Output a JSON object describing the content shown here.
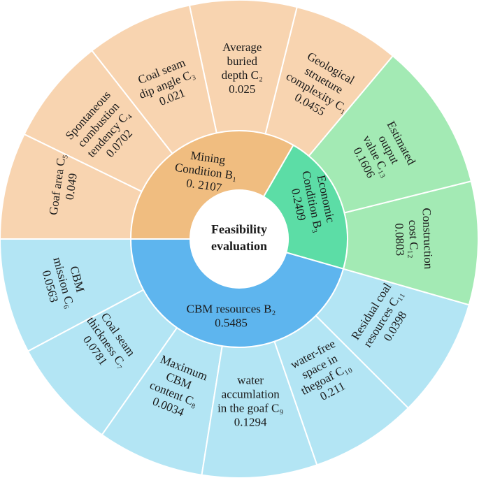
{
  "center": {
    "lines": [
      "Feasibility",
      "evaluation"
    ]
  },
  "colors": {
    "mining": "#f0bd80",
    "mining_light": "#f8d4b0",
    "economic": "#5cdda6",
    "economic_light": "#a3eab4",
    "cbm": "#5eb5ee",
    "cbm_light": "#b3e5f4",
    "divider": "#ffffff"
  },
  "criteria": [
    {
      "id": "mining",
      "label": "Mining Condition B1",
      "lines": [
        "Mining",
        "Condition B₁"
      ],
      "weight": "0. 2107"
    },
    {
      "id": "economic",
      "label": "Economic Condition B3",
      "lines": [
        "Economic",
        "Condition B₃"
      ],
      "weight": "0.2409"
    },
    {
      "id": "cbm",
      "label": "CBM resources B2",
      "lines": [
        "CBM resources B₂"
      ],
      "weight": "0.5485"
    }
  ],
  "indicators": [
    {
      "id": "c1",
      "parent": "mining",
      "lines": [
        "Geological",
        "strueture",
        "complexity C₁"
      ],
      "weight": "0.0455"
    },
    {
      "id": "c2",
      "parent": "mining",
      "lines": [
        "Average",
        "buried",
        "depth C₂"
      ],
      "weight": "0.025"
    },
    {
      "id": "c3",
      "parent": "mining",
      "lines": [
        "Coal seam",
        "dip angle C₃"
      ],
      "weight": "0.021"
    },
    {
      "id": "c4",
      "parent": "mining",
      "lines": [
        "Spontaneous",
        "combustion",
        "tendency C₄"
      ],
      "weight": "0.0702"
    },
    {
      "id": "c5",
      "parent": "mining",
      "lines": [
        "Goaf area C₅"
      ],
      "weight": "0.049"
    },
    {
      "id": "c6",
      "parent": "cbm",
      "lines": [
        "CBM",
        "mission C₆"
      ],
      "weight": "0.0563"
    },
    {
      "id": "c7",
      "parent": "cbm",
      "lines": [
        "Coal seam",
        "thickness C₇"
      ],
      "weight": "0.0781"
    },
    {
      "id": "c8",
      "parent": "cbm",
      "lines": [
        "Maximum",
        "CBM",
        "content C₈"
      ],
      "weight": "0.0034"
    },
    {
      "id": "c9",
      "parent": "cbm",
      "lines": [
        "water",
        "accumlation",
        "in the goaf C₉"
      ],
      "weight": "0.1294"
    },
    {
      "id": "c10",
      "parent": "cbm",
      "lines": [
        "water-free",
        "space in",
        "thegoaf C₁₀"
      ],
      "weight": "0.211"
    },
    {
      "id": "c11",
      "parent": "cbm",
      "lines": [
        "Residual coal",
        "resources C₁₁"
      ],
      "weight": "0.0398"
    },
    {
      "id": "c12",
      "parent": "economic",
      "lines": [
        "Construction",
        "cost C₁₂"
      ],
      "weight": "0.0803"
    },
    {
      "id": "c13",
      "parent": "economic",
      "lines": [
        "Estimated",
        "output",
        "value C₁₃"
      ],
      "weight": "0.1606"
    }
  ]
}
